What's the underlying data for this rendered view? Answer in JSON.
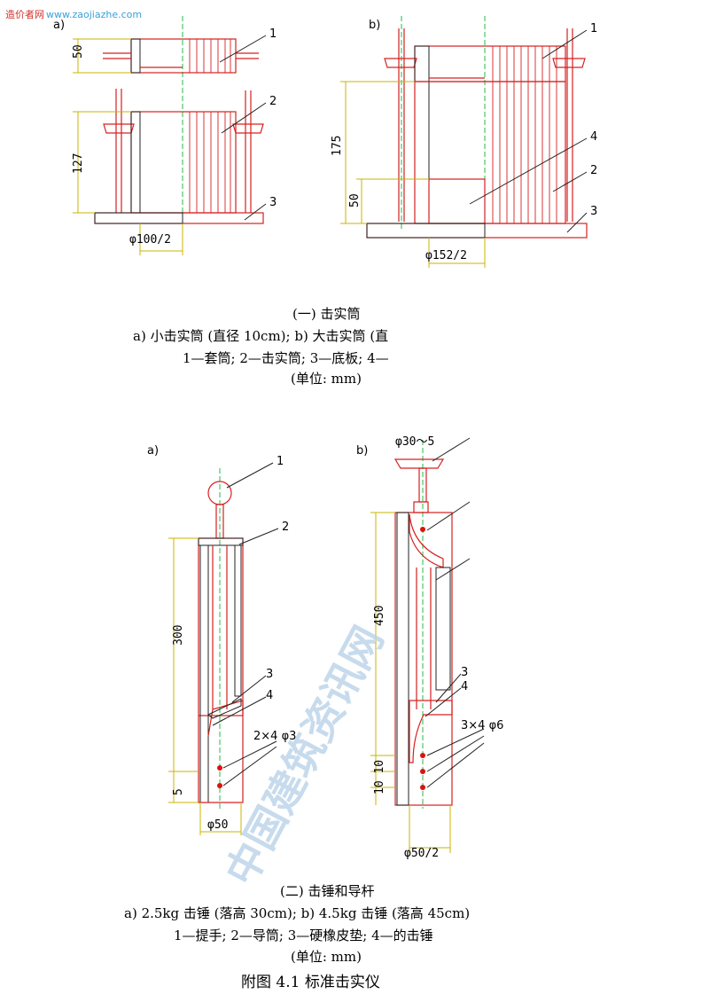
{
  "watermark": {
    "site": "造价者网",
    "url": "www.zaojiazhe.com",
    "diagonal": "中国建筑资讯网"
  },
  "section1": {
    "sub_a": "a)",
    "sub_b": "b)",
    "title": "(一) 击实筒",
    "line1": "a) 小击实筒 (直径 10cm); b) 大击实筒 (直",
    "line2": "1—套筒; 2—击实筒; 3—底板; 4—",
    "line3": "(单位: mm)",
    "dims_a": [
      "50",
      "127",
      "φ100/2"
    ],
    "dims_b": [
      "175",
      "50",
      "φ152/2"
    ],
    "labels": [
      "1",
      "2",
      "3",
      "4"
    ]
  },
  "section2": {
    "sub_a": "a)",
    "sub_b": "b)",
    "title": "(二) 击锤和导杆",
    "line1": "a) 2.5kg 击锤 (落高 30cm); b) 4.5kg 击锤 (落高 45cm)",
    "line2": "1—提手; 2—导筒; 3—硬橡皮垫; 4—的击锤",
    "line3": "(单位: mm)",
    "dims_a": [
      "300",
      "5",
      "φ50",
      "2×4 φ3"
    ],
    "dims_b": [
      "φ30～5",
      "450",
      "10 10",
      "3×4 φ6",
      "φ50/2"
    ],
    "labels": [
      "1",
      "2",
      "3",
      "4"
    ]
  },
  "figure_title": "附图 4.1    标准击实仪",
  "colors": {
    "line": "#d62020",
    "dim": "#c8b400",
    "axis": "#26b84a",
    "hole": "#e01010"
  }
}
